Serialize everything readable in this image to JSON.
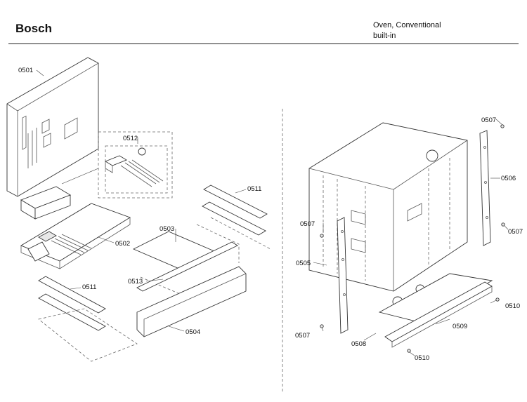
{
  "header": {
    "brand": "Bosch",
    "model_line1": "Oven, Conventional",
    "model_line2": "built-in"
  },
  "parts": {
    "p0501": "0501",
    "p0512": "0512",
    "p0511a": "0511",
    "p0511b": "0511",
    "p0502": "0502",
    "p0503": "0503",
    "p0513": "0513",
    "p0504": "0504",
    "p0505": "0505",
    "p0506": "0506",
    "p0507a": "0507",
    "p0507b": "0507",
    "p0507c": "0507",
    "p0507d": "0507",
    "p0508": "0508",
    "p0509": "0509",
    "p0510a": "0510",
    "p0510b": "0510"
  }
}
